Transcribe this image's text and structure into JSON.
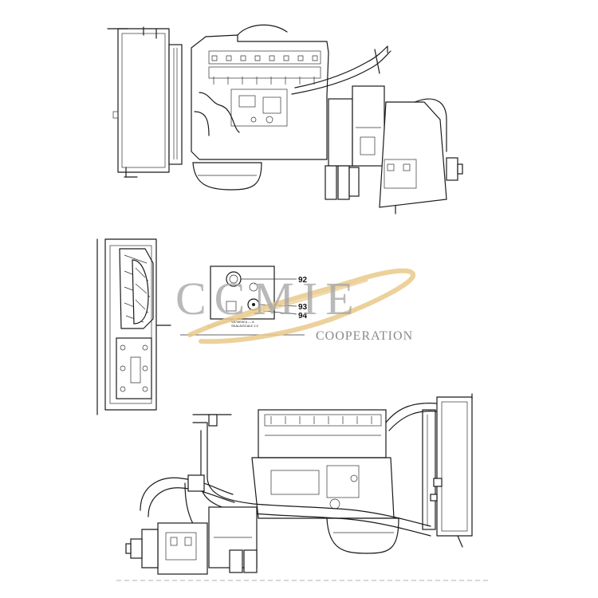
{
  "callouts": {
    "c92": "92",
    "c93": "93",
    "c94": "94"
  },
  "detail_caption": {
    "line1": "VE/VIEW A — A",
    "line2": "SKALA/SCALE 1:2"
  },
  "watermark": {
    "brand": "CCMIE",
    "subtitle": "COOPERATION",
    "swoosh_color": "#e9c98a",
    "text_color": "#9a9a9a"
  },
  "colors": {
    "line": "#1a1a1a",
    "background": "#ffffff"
  }
}
